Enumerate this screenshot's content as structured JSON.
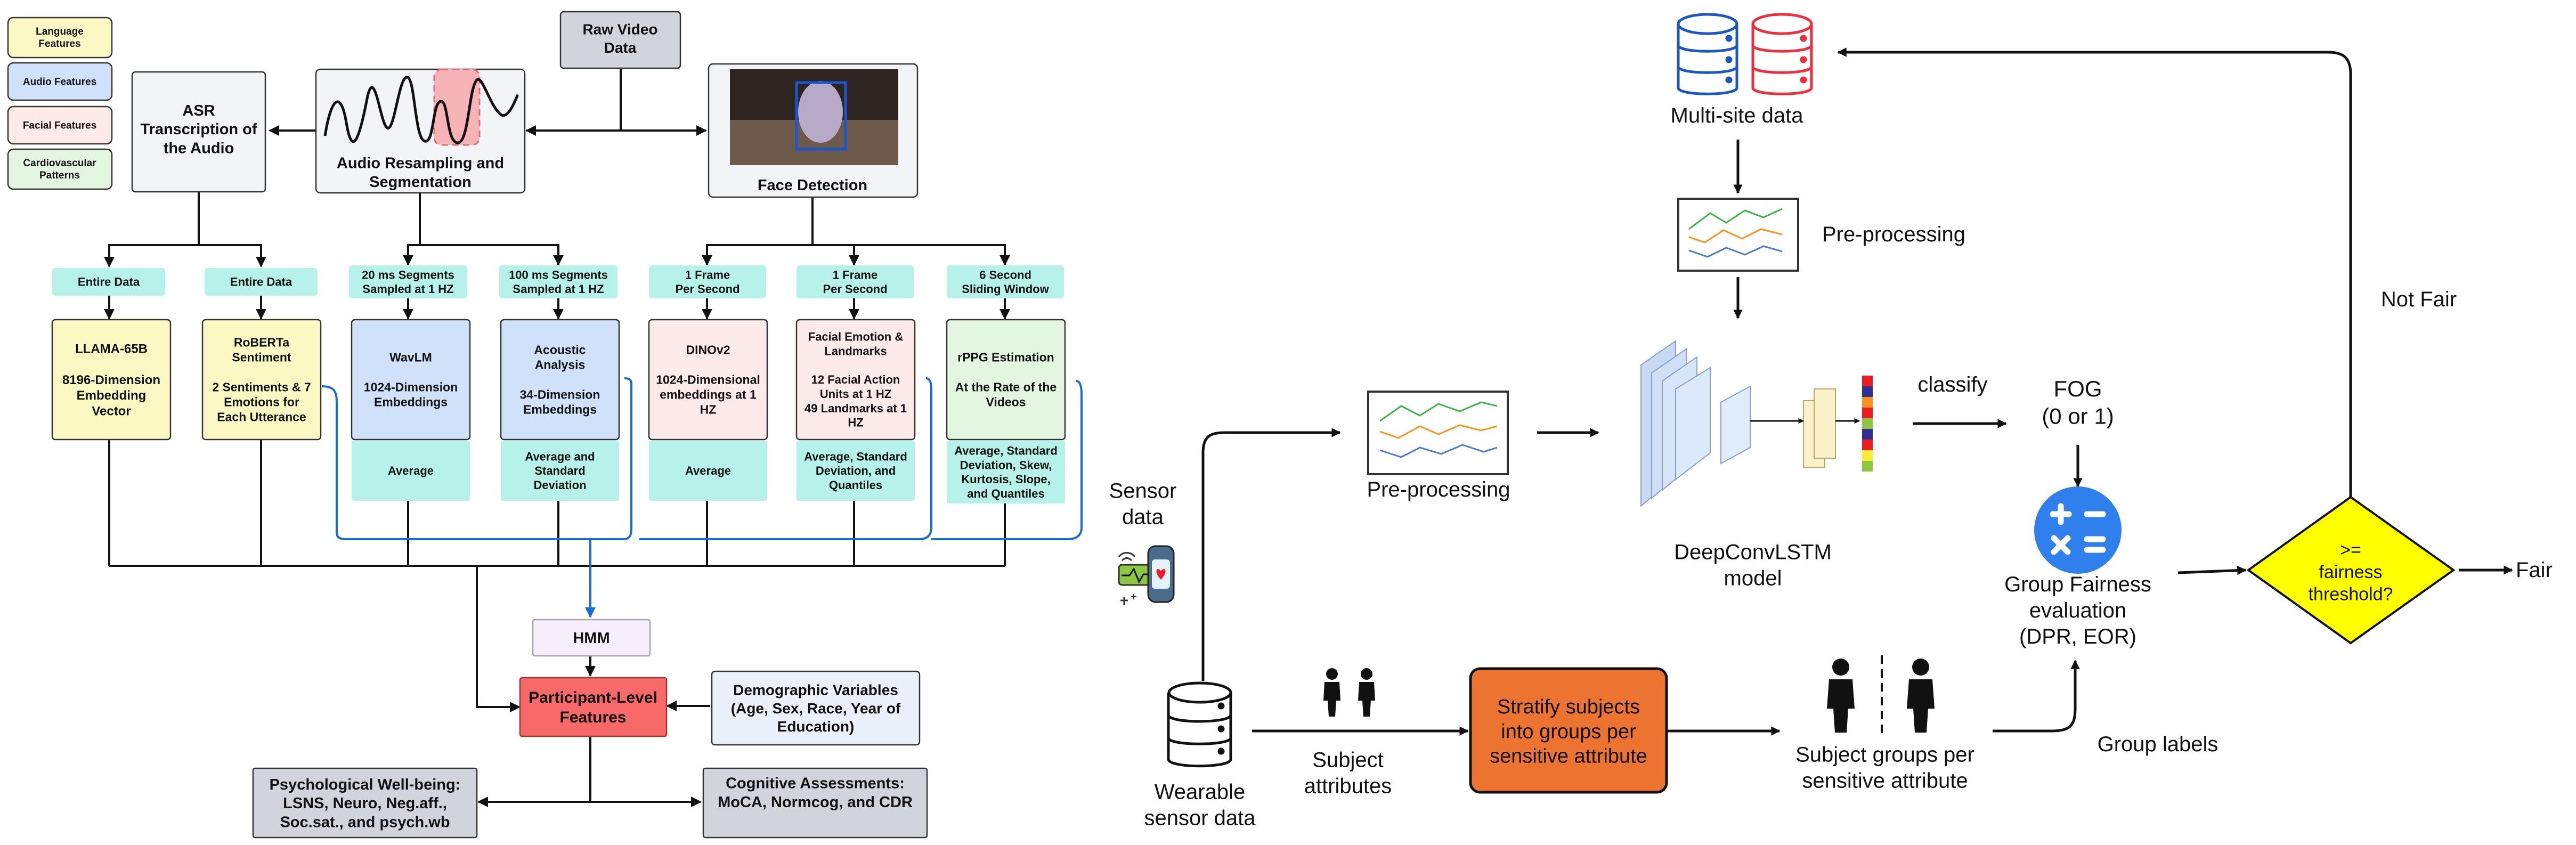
{
  "legend": {
    "language": [
      "Language",
      "Features"
    ],
    "audio": [
      "Audio Features"
    ],
    "facial": [
      "Facial Features"
    ],
    "cardio": [
      "Cardiovascular",
      "Patterns"
    ]
  },
  "left": {
    "raw_video": [
      "Raw Video",
      "Data"
    ],
    "asr": [
      "ASR",
      "Transcription of",
      "the Audio"
    ],
    "audio_resampling": [
      "Audio Resampling and",
      "Segmentation"
    ],
    "face_detection": [
      "Face Detection"
    ],
    "tags": {
      "entire1": [
        "Entire Data"
      ],
      "entire2": [
        "Entire Data"
      ],
      "ms20": [
        "20 ms Segments",
        "Sampled at 1 HZ"
      ],
      "ms100": [
        "100 ms Segments",
        "Sampled at 1 HZ"
      ],
      "frame1": [
        "1 Frame",
        "Per Second"
      ],
      "frame2": [
        "1 Frame",
        "Per Second"
      ],
      "sliding": [
        "6 Second",
        "Sliding Window"
      ]
    },
    "models": {
      "llama": [
        "LLAMA-65B",
        "",
        "8196-Dimension",
        "Embedding",
        "Vector"
      ],
      "roberta": [
        "RoBERTa",
        "Sentiment",
        "",
        "2 Sentiments & 7",
        "Emotions for",
        "Each Utterance"
      ],
      "wavlm": [
        "WavLM",
        "",
        "1024-Dimension",
        "Embeddings"
      ],
      "acoustic": [
        "Acoustic",
        "Analysis",
        "",
        "34-Dimension",
        "Embeddings"
      ],
      "dinov2": [
        "DINOv2",
        "",
        "1024-Dimensional",
        "embeddings at 1",
        "HZ"
      ],
      "facial_emotion": [
        "Facial Emotion &",
        "Landmarks",
        "",
        "12 Facial Action",
        "Units at 1 HZ",
        "49 Landmarks at 1",
        "HZ"
      ],
      "rppg": [
        "rPPG Estimation",
        "",
        "At the Rate of the",
        "Videos"
      ]
    },
    "aggs": {
      "wavlm": [
        "Average"
      ],
      "acoustic": [
        "Average and",
        "Standard",
        "Deviation"
      ],
      "dinov2": [
        "Average"
      ],
      "facial": [
        "Average, Standard",
        "Deviation, and",
        "Quantiles"
      ],
      "rppg": [
        "Average, Standard",
        "Deviation, Skew,",
        "Kurtosis, Slope,",
        "and Quantiles"
      ]
    },
    "hmm": [
      "HMM"
    ],
    "participant": [
      "Participant-Level",
      "Features"
    ],
    "demographic": [
      "Demographic Variables",
      "(Age, Sex, Race, Year of",
      "Education)"
    ],
    "psych": [
      "Psychological Well-being:",
      "LSNS, Neuro, Neg.aff.,",
      "Soc.sat., and psych.wb"
    ],
    "cognitive": [
      "Cognitive Assessments:",
      "MoCA, Normcog, and CDR"
    ]
  },
  "right": {
    "multisite": "Multi-site data",
    "preprocessing_top": "Pre-processing",
    "preprocessing_mid": "Pre-processing",
    "deepconv": [
      "DeepConvLSTM",
      "model"
    ],
    "classify": "classify",
    "fog": [
      "FOG",
      "(0 or 1)"
    ],
    "not_fair": "Not Fair",
    "fair": "Fair",
    "threshold": [
      ">=",
      "fairness",
      "threshold?"
    ],
    "group_eval": [
      "Group Fairness",
      "evaluation",
      "(DPR, EOR)"
    ],
    "sensor_data": [
      "Sensor",
      "data"
    ],
    "wearable": [
      "Wearable",
      "sensor data"
    ],
    "subject_attrs": [
      "Subject",
      "attributes"
    ],
    "stratify": [
      "Stratify subjects",
      "into groups per",
      "sensitive attribute"
    ],
    "subject_groups": [
      "Subject groups per",
      "sensitive attribute"
    ],
    "group_labels": "Group labels"
  },
  "colors": {
    "language": "#fbf8c4",
    "audio": "#cfe2fa",
    "facial": "#fdebe9",
    "cardio": "#e2f6e0",
    "tag": "#b7f2ea",
    "hmm": "#f6eefc",
    "participant": "#f86a6a",
    "demographic": "#eaf1fb",
    "gray": "#d1d5db",
    "stratify": "#ec7430",
    "threshold": "#ffff00",
    "fairness_circle": "#2f80ed",
    "blue_line": "#1a6bd6"
  }
}
